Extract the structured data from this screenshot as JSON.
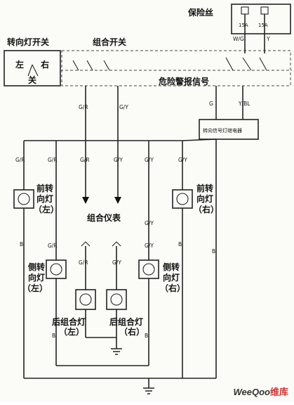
{
  "fuse_box": {
    "title": "保险丝",
    "fuses": [
      "15A",
      "15A"
    ]
  },
  "turn_switch": {
    "title": "转向灯开关",
    "left": "左",
    "right": "右",
    "off": "关"
  },
  "combo_switch": {
    "title": "组合开关"
  },
  "hazard": {
    "label": "危险警报信号"
  },
  "relay": {
    "label": "转向信号灯继电器"
  },
  "cluster": {
    "label": "组合仪表"
  },
  "wires": {
    "wg": "W/G",
    "y": "Y",
    "gr": "G/R",
    "gy": "G/Y",
    "g": "G",
    "ybl": "Y/BL",
    "b": "B"
  },
  "lamps": {
    "front_left": [
      "前转",
      "向灯",
      "（左）"
    ],
    "front_right": [
      "前转",
      "向灯",
      "（右）"
    ],
    "side_left": [
      "侧转",
      "向灯",
      "（左）"
    ],
    "side_right": [
      "侧转",
      "向灯",
      "（右）"
    ],
    "rear_left": [
      "后组合灯",
      "（左）"
    ],
    "rear_right": [
      "后组合灯",
      "（右）"
    ]
  },
  "watermark": {
    "text": "WeeQoo",
    "suffix": "维库"
  }
}
